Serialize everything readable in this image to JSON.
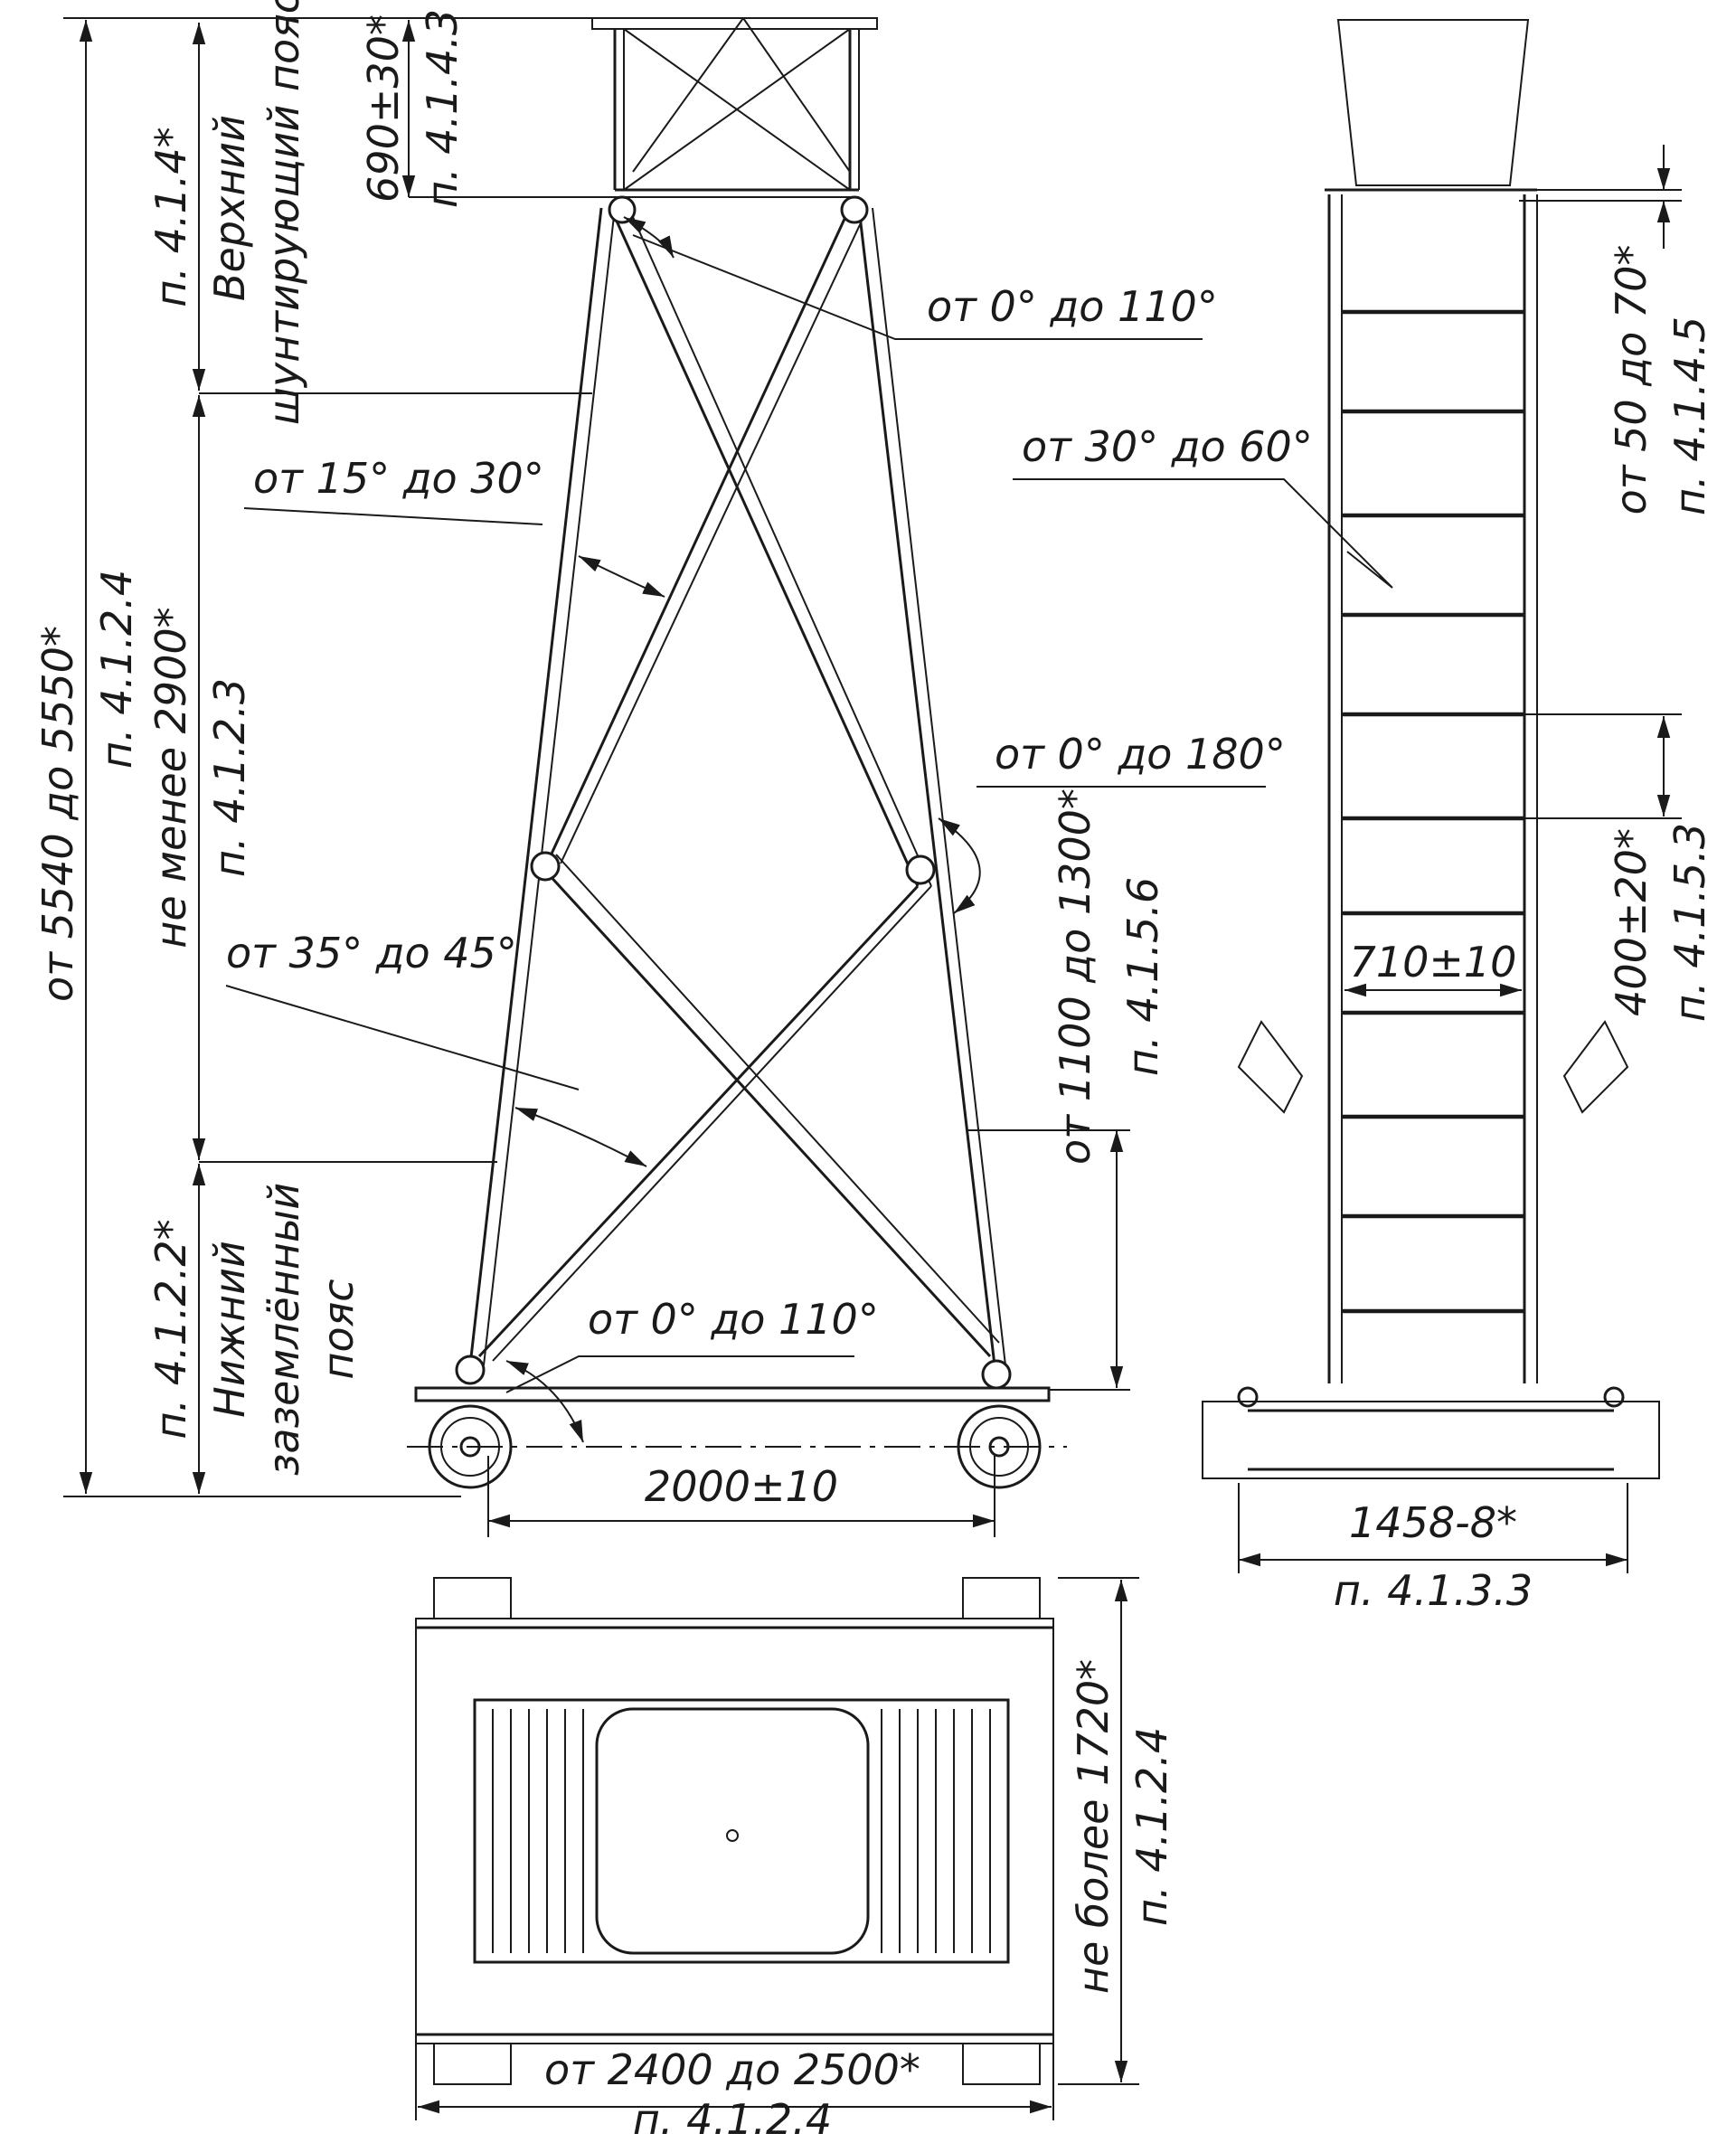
{
  "front_view": {
    "total_height": "от 5540 до 5550*",
    "total_height_ref": "п. 4.1.2.4",
    "upper_belt_label_1": "Верхний",
    "upper_belt_label_2": "шунтирующий пояс",
    "upper_belt_ref": "п. 4.1.4*",
    "upper_height": "690±30*",
    "upper_height_ref": "п. 4.1.4.3",
    "middle_height": "не менее 2900*",
    "middle_height_ref": "п. 4.1.2.3",
    "lower_belt_label_1": "Нижний",
    "lower_belt_label_2": "заземлённый",
    "lower_belt_label_3": "пояс",
    "lower_belt_ref": "п. 4.1.2.2*",
    "angle_top": "от 0° до 110°",
    "angle_upper": "от 15° до 30°",
    "angle_mid": "от 0° до 180°",
    "angle_lower": "от 35° до 45°",
    "angle_bottom": "от 0° до 110°",
    "hinge_height": "от 1100 до 1300*",
    "hinge_height_ref": "п. 4.1.5.6",
    "wheel_base": "2000±10"
  },
  "side_view": {
    "top_gap": "от 50 до 70*",
    "top_gap_ref": "п. 4.1.4.5",
    "angle": "от 30° до 60°",
    "step_pitch": "400±20*",
    "step_pitch_ref": "п. 4.1.5.3",
    "step_width": "710±10",
    "base_width": "1458-8*",
    "base_width_ref": "п. 4.1.3.3"
  },
  "plan_view": {
    "depth": "не более 1720*",
    "depth_ref": "п. 4.1.2.4",
    "length": "от 2400 до 2500*",
    "length_ref": "п. 4.1.2.4"
  }
}
